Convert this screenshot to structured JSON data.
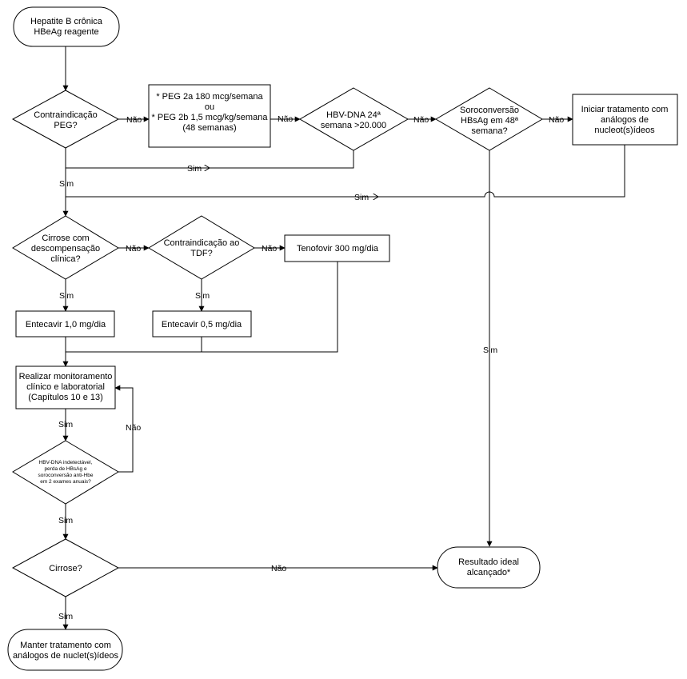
{
  "nodes": {
    "start": [
      "Hepatite B crônica",
      "HBeAg reagente"
    ],
    "contra_peg": [
      "Contraindicação",
      "PEG?"
    ],
    "peg_box": [
      "* PEG 2a 180 mcg/semana",
      "ou",
      "* PEG 2b 1,5 mcg/kg/semana",
      "",
      "(48 semanas)"
    ],
    "hbv_dna_24": [
      "HBV-DNA 24ª",
      "semana >20.000"
    ],
    "soroconversao": [
      "Soroconversão",
      "HBsAg em 48ª",
      "semana?"
    ],
    "iniciar_analogos": [
      "Iniciar tratamento com",
      "análogos de",
      "nucleot(s)ídeos"
    ],
    "cirrose_desc": [
      "Cirrose com",
      "descompensação",
      "clínica?"
    ],
    "contra_tdf": [
      "Contraindicação ao",
      "TDF?"
    ],
    "tenofovir": [
      "Tenofovir 300 mg/dia"
    ],
    "entecavir_1": [
      "Entecavir 1,0 mg/dia"
    ],
    "entecavir_05": [
      "Entecavir 0,5 mg/dia"
    ],
    "monitoramento": [
      "Realizar monitoramento",
      "clínico e laboratorial",
      "(Capítulos 10 e 13)"
    ],
    "hbv_indetect": [
      "HBV-DNA indetectável,",
      "perda de HBsAg e",
      "soroconversão anti-Hbe",
      "em 2 exames anuais?"
    ],
    "cirrose": [
      "Cirrose?"
    ],
    "resultado": [
      "Resultado ideal",
      "alcançado*"
    ],
    "manter": [
      "Manter tratamento com",
      "análogos de nuclet(s)ídeos"
    ]
  },
  "edge_labels": {
    "nao": "Não",
    "sim": "Sim"
  }
}
